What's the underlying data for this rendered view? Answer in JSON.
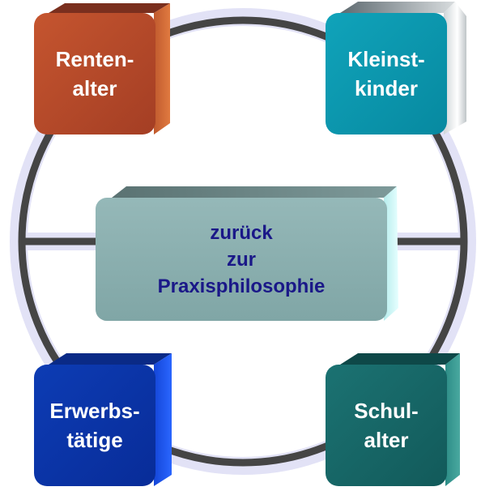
{
  "center": {
    "line1": "zurück",
    "line2": "zur",
    "line3": "Praxisphilosophie"
  },
  "nodes": {
    "rentenalter": {
      "line1": "Renten-",
      "line2": "alter"
    },
    "kleinstkinder": {
      "line1": "Kleinst-",
      "line2": "kinder"
    },
    "erwerbstaetige": {
      "line1": "Erwerbs-",
      "line2": "tätige"
    },
    "schulalter": {
      "line1": "Schul-",
      "line2": "alter"
    }
  },
  "colors": {
    "rentenalter": "#b6492a",
    "kleinstkinder": "#0a99b0",
    "erwerbstaetige": "#0b34a6",
    "schulalter": "#186868",
    "center": "#8aaeae",
    "center_text": "#1a1888",
    "ring": "#454545",
    "ring_halo": "#dcdcf4"
  }
}
